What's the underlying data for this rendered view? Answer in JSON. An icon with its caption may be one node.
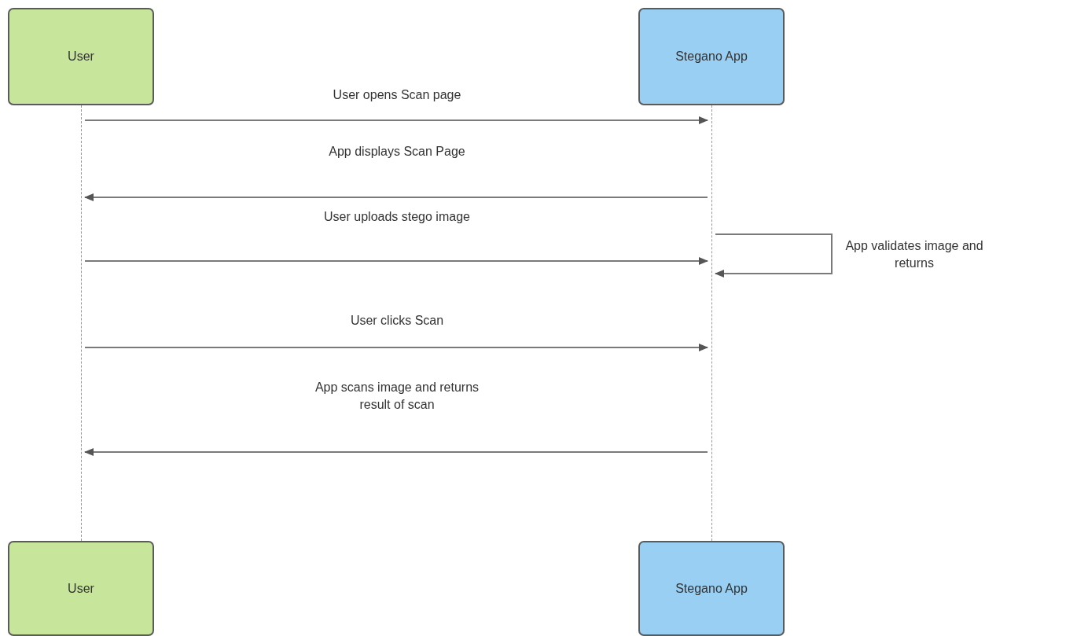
{
  "diagram": {
    "nodes": [
      {
        "text": [
          "User"
        ]
      },
      {
        "text": [
          "Stegano App"
        ]
      },
      {
        "text": [],
        "shape": "line"
      },
      {
        "text": [],
        "shape": "line"
      },
      {
        "text": [
          "User"
        ]
      },
      {
        "text": [
          "Stegano App"
        ]
      }
    ],
    "edges": [
      {
        "from": 2,
        "to": 3,
        "arrow": "to",
        "label": "User opens Scan page"
      },
      {
        "from": 3,
        "to": 2,
        "arrow": "to",
        "label": "App displays Scan Page"
      },
      {
        "from": 2,
        "to": 3,
        "arrow": "to",
        "label": "User uploads stego image"
      },
      {
        "from": 3,
        "to": 3,
        "arrow": "to",
        "label": "App validates image and returns"
      },
      {
        "from": 2,
        "to": 3,
        "arrow": "to",
        "label": "User clicks Scan"
      },
      {
        "from": 3,
        "to": 2,
        "arrow": "to",
        "label": "App scans image and returns result of scan"
      }
    ]
  }
}
